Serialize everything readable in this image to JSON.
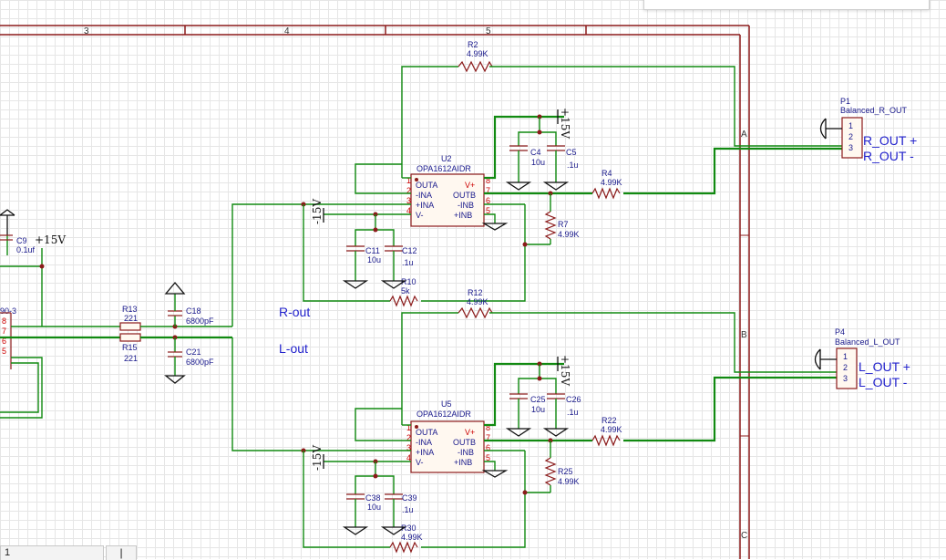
{
  "frame": {
    "cols": [
      "3",
      "4",
      "5"
    ],
    "rows": [
      "A",
      "B",
      "C"
    ]
  },
  "left_fragment": {
    "label_partial": "90-3",
    "pins": [
      "8",
      "7",
      "6",
      "5"
    ]
  },
  "power": {
    "pos": "+15V",
    "neg": "-15V"
  },
  "parts": {
    "C9": {
      "ref": "C9",
      "value": "0.1uf"
    },
    "R13": {
      "ref": "R13",
      "value": "221"
    },
    "R15": {
      "ref": "R15",
      "value": "221"
    },
    "C18": {
      "ref": "C18",
      "value": "6800pF"
    },
    "C21": {
      "ref": "C21",
      "value": "6800pF"
    },
    "R2": {
      "ref": "R2",
      "value": "4.99K"
    },
    "R4": {
      "ref": "R4",
      "value": "4.99K"
    },
    "R7": {
      "ref": "R7",
      "value": "4.99K"
    },
    "R10": {
      "ref": "R10",
      "value": "5k"
    },
    "R12": {
      "ref": "R12",
      "value": "4.99K"
    },
    "C4": {
      "ref": "C4",
      "value": "10u"
    },
    "C5": {
      "ref": "C5",
      "value": ".1u"
    },
    "C11": {
      "ref": "C11",
      "value": "10u"
    },
    "C12": {
      "ref": "C12",
      "value": ".1u"
    },
    "R22": {
      "ref": "R22",
      "value": "4.99K"
    },
    "R25": {
      "ref": "R25",
      "value": "4.99K"
    },
    "R30": {
      "ref": "R30",
      "value": "4.99K"
    },
    "C25": {
      "ref": "C25",
      "value": "10u"
    },
    "C26": {
      "ref": "C26",
      "value": ".1u"
    },
    "C38": {
      "ref": "C38",
      "value": "10u"
    },
    "C39": {
      "ref": "C39",
      "value": ".1u"
    }
  },
  "ics": {
    "U2": {
      "ref": "U2",
      "part": "OPA1612AIDR"
    },
    "U5": {
      "ref": "U5",
      "part": "OPA1612AIDR"
    },
    "pin_names_left": [
      "OUTA",
      "-INA",
      "+INA",
      "V-"
    ],
    "pin_names_right": [
      "V+",
      "OUTB",
      "-INB",
      "+INB"
    ],
    "pins_left": [
      "1",
      "2",
      "3",
      "4"
    ],
    "pins_right": [
      "8",
      "7",
      "6",
      "5"
    ]
  },
  "connectors": {
    "P1": {
      "ref": "P1",
      "name": "Balanced_R_OUT",
      "pins": [
        "1",
        "2",
        "3"
      ]
    },
    "P4": {
      "ref": "P4",
      "name": "Balanced_L_OUT",
      "pins": [
        "1",
        "2",
        "3"
      ]
    }
  },
  "nets": {
    "r_out": "R-out",
    "l_out": "L-out",
    "r_plus": "R_OUT +",
    "r_minus": "R_OUT -",
    "l_plus": "L_OUT +",
    "l_minus": "L_OUT -"
  },
  "status": {
    "field": "1",
    "button": "|"
  }
}
